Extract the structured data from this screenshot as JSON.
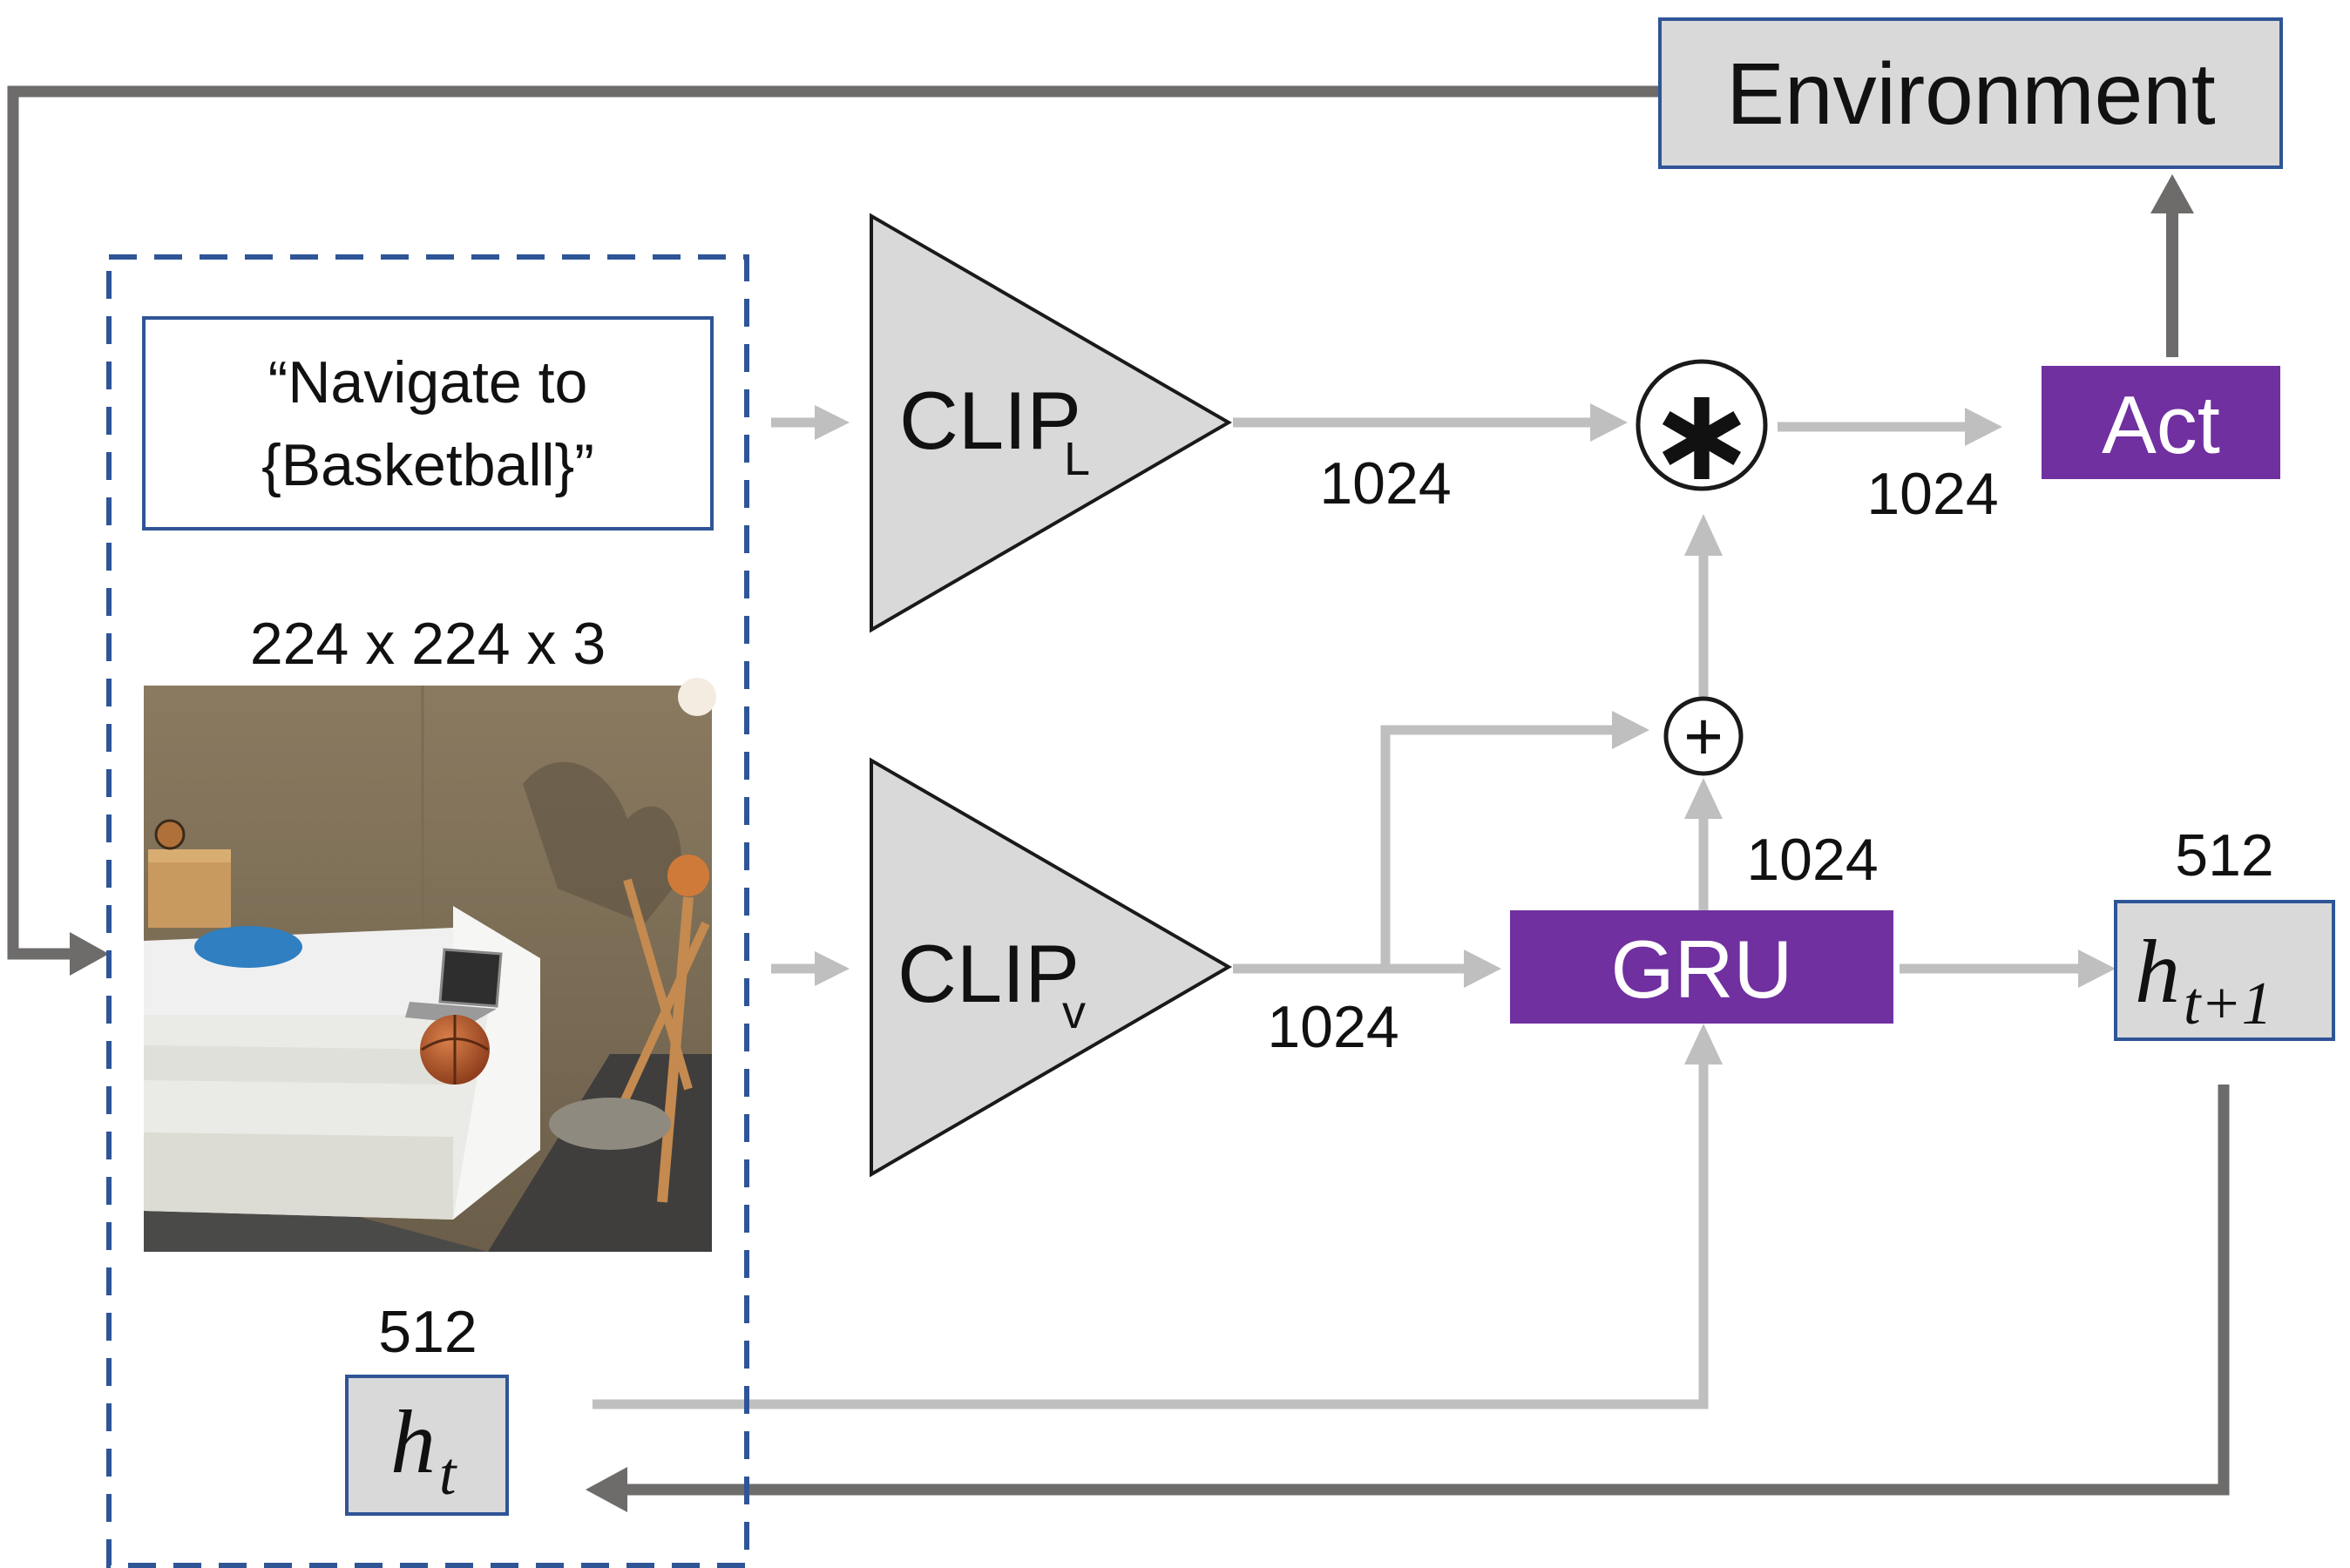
{
  "colors": {
    "gray_arrow": "#bfbfbf",
    "dark_arrow": "#6e6b6b",
    "box_fill": "#d9d9d9",
    "box_border": "#2f5597",
    "purple": "#7030a0",
    "dashed": "#2f5597"
  },
  "environment": {
    "label": "Environment"
  },
  "instruction": {
    "line1": "“Navigate to",
    "line2": "{Basketball}”"
  },
  "image": {
    "dims_label": "224 x 224 x 3",
    "description": "egocentric view of bedroom with basketball on bed"
  },
  "clip_l": {
    "main": "CLIP",
    "sub": "L"
  },
  "clip_v": {
    "main": "CLIP",
    "sub": "v"
  },
  "multiply": {
    "symbol": "∗"
  },
  "add": {
    "symbol": "+"
  },
  "act": {
    "label": "Act"
  },
  "gru": {
    "label": "GRU"
  },
  "dims": {
    "clip_l_out": "1024",
    "mult_out": "1024",
    "clip_v_out": "1024",
    "gru_out": "1024",
    "h_next_size": "512",
    "h_t_size": "512"
  },
  "h_next": {
    "base": "h",
    "sub": "t+1"
  },
  "h_t": {
    "base": "h",
    "sub": "t"
  }
}
